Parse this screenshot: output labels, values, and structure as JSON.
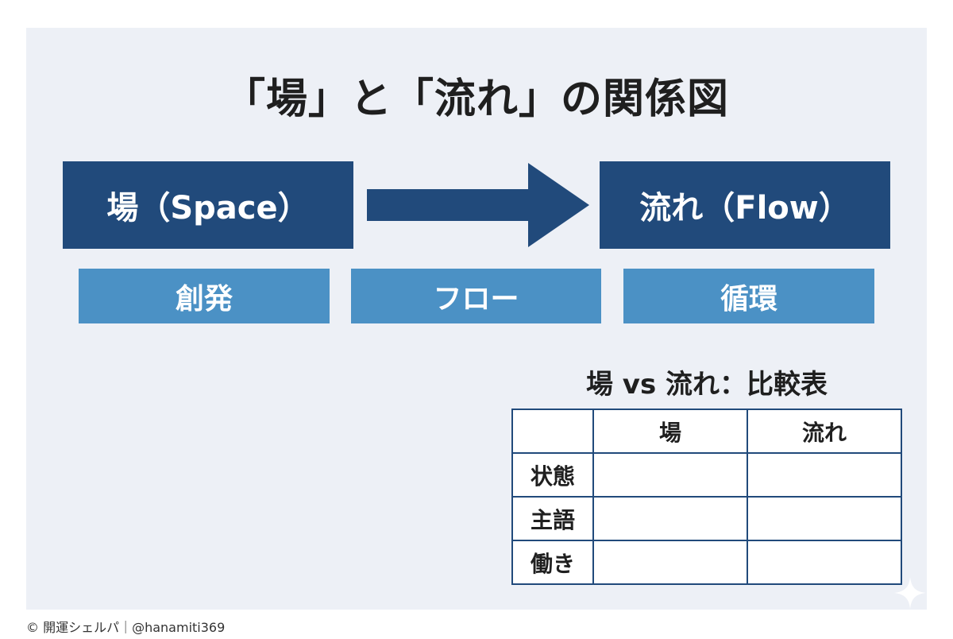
{
  "title": "「場」と「流れ」の関係図",
  "boxes": {
    "space": "場（Space）",
    "flow": "流れ（Flow）"
  },
  "labels": [
    "創発",
    "フロー",
    "循環"
  ],
  "table": {
    "title": "場 vs 流れ：比較表",
    "headers": [
      "",
      "場",
      "流れ"
    ],
    "rows": [
      {
        "label": "状態",
        "space": "",
        "flow": ""
      },
      {
        "label": "主語",
        "space": "",
        "flow": ""
      },
      {
        "label": "働き",
        "space": "",
        "flow": ""
      }
    ]
  },
  "footer": "© 開運シェルパ｜@hanamiti369",
  "colors": {
    "dark_blue": "#214a7b",
    "light_blue": "#4b91c5",
    "background": "#edf0f6"
  },
  "icons": {
    "arrow": "right-arrow-icon",
    "sparkle": "sparkle-icon"
  }
}
